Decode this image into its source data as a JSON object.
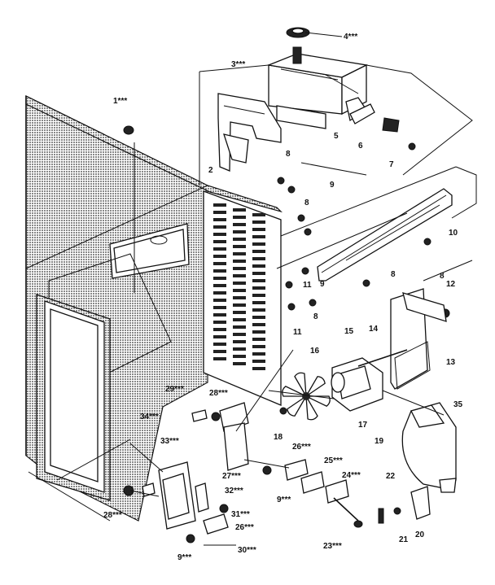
{
  "diagram": {
    "type": "exploded-parts-diagram",
    "part_labels": {
      "p1": "1***",
      "p2": "2",
      "p3": "3***",
      "p4": "4***",
      "p5": "5",
      "p6": "6",
      "p7": "7",
      "p8a": "8",
      "p9a": "9",
      "p8b": "8",
      "p10": "10",
      "p8c": "8",
      "p8d": "8",
      "p9b": "9",
      "p11a": "11",
      "p8e": "8",
      "p11b": "11",
      "p12": "12",
      "p13": "13",
      "p14": "14",
      "p15": "15",
      "p16": "16",
      "p17": "17",
      "p18": "18",
      "p19": "19",
      "p20": "20",
      "p21": "21",
      "p22": "22",
      "p23": "23***",
      "p24": "24***",
      "p25": "25***",
      "p26a": "26***",
      "p26b": "26***",
      "p27": "27***",
      "p28a": "28***",
      "p28b": "28***",
      "p29": "29***",
      "p30": "30***",
      "p31": "31***",
      "p32": "32***",
      "p33": "33***",
      "p34": "34***",
      "p35": "35",
      "p9c": "9***",
      "p9d": "9***"
    }
  }
}
